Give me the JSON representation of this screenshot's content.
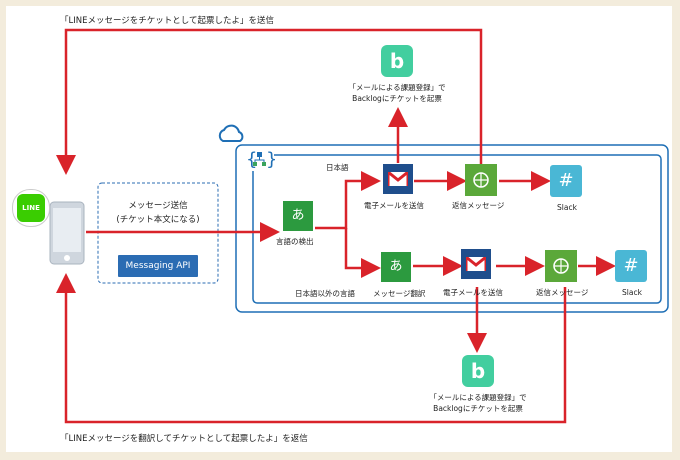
{
  "top_flow_label": "「LINEメッセージをチケットとして起票したよ」を送信",
  "bottom_flow_label": "「LINEメッセージを翻訳してチケットとして起票したよ」を返信",
  "send_label_line1": "メッセージ送信",
  "send_label_line2": "(チケット本文になる)",
  "messaging_api": "Messaging API",
  "line_logo_text": "LINE",
  "detect_label": "言語の検出",
  "branch_jp": "日本語",
  "branch_other": "日本語以外の言語",
  "translate_label": "メッセージ翻訳",
  "mail_label_top": "電子メールを送信",
  "mail_label_bottom": "電子メールを送信",
  "reply_label_top": "返信メッセージ",
  "reply_label_bottom": "返信メッセージ",
  "slack_top": "Slack",
  "slack_bottom": "Slack",
  "backlog_top_line1": "「メールによる課題登録」で",
  "backlog_top_line2": "Backlogにチケットを起票",
  "backlog_bottom_line1": "「メールによる課題登録」で",
  "backlog_bottom_line2": "Backlogにチケットを起票",
  "colors": {
    "arrow": "#d9232a",
    "azure": "#1f6fb5",
    "line_green": "#3acd01",
    "backlog": "#42ce9f",
    "slack": "#4ab7d5",
    "translator": "#2c9a3f",
    "gmail_box": "#1f4e8c"
  }
}
